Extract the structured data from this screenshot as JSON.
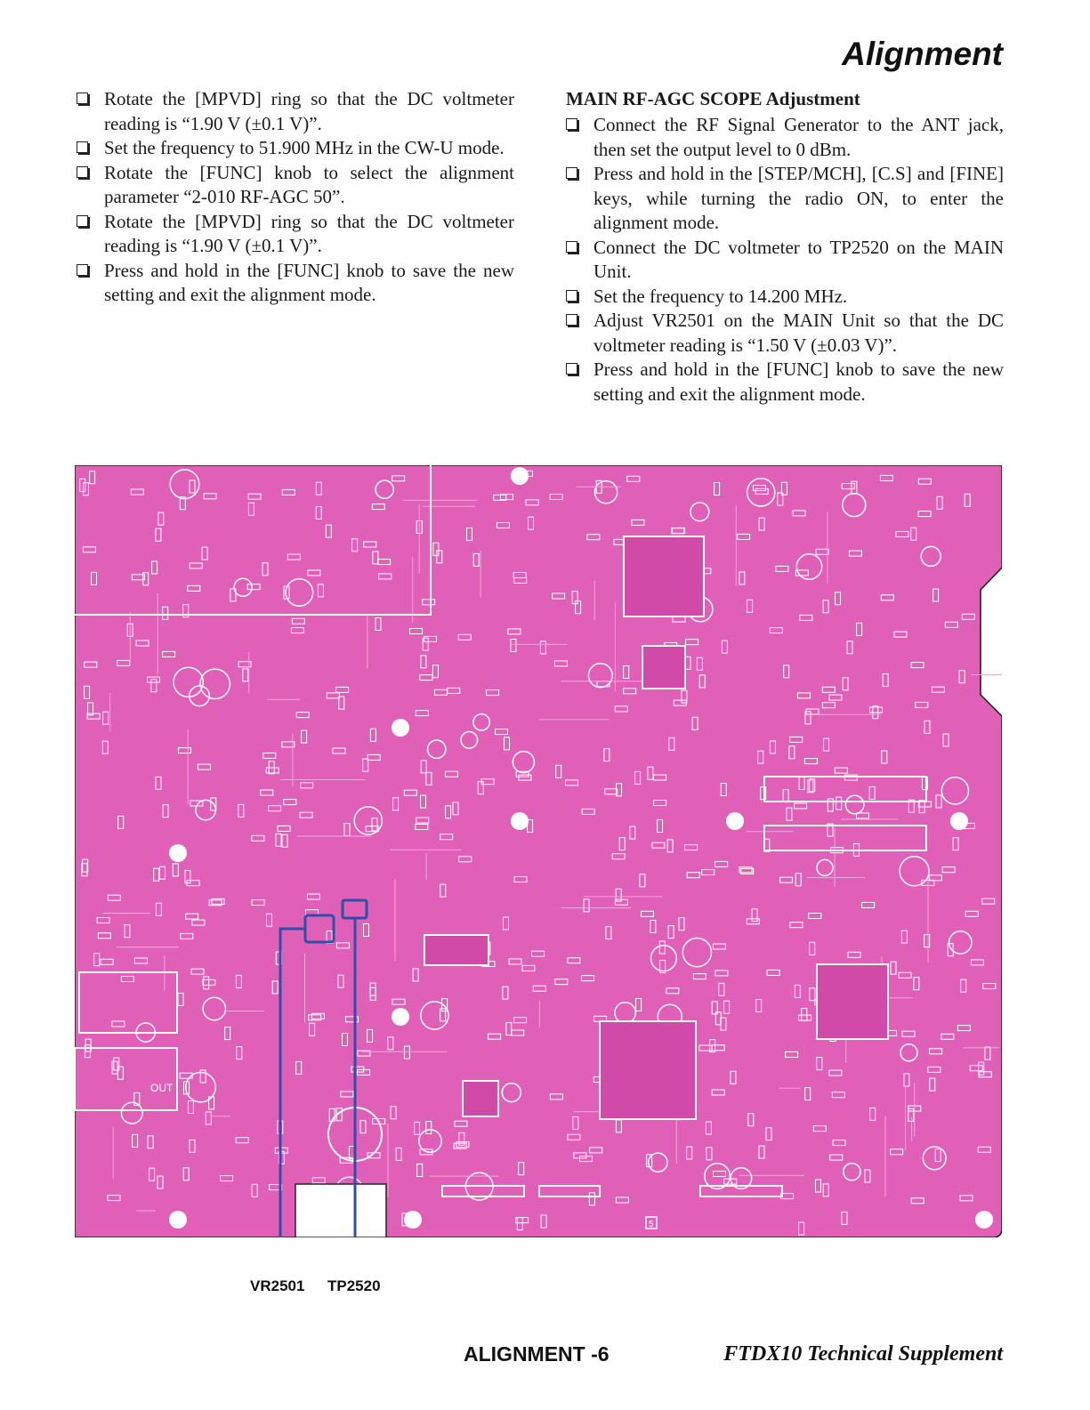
{
  "header": {
    "title": "Alignment"
  },
  "left_column": {
    "steps": [
      "Rotate the [MPVD] ring so that the DC voltmeter reading is “1.90 V (±0.1 V)”.",
      "Set the frequency to 51.900 MHz in the CW-U mode.",
      "Rotate the [FUNC] knob to select the alignment parameter “2-010 RF-AGC 50”.",
      "Rotate the [MPVD] ring so that the DC voltmeter reading is “1.90 V (±0.1 V)”.",
      "Press and hold in the [FUNC] knob to save the new setting and exit the alignment mode."
    ]
  },
  "right_column": {
    "heading": "MAIN RF-AGC SCOPE Adjustment",
    "steps": [
      "Connect the RF Signal Generator to the ANT jack, then set the output level to 0 dBm.",
      "Press and hold in the [STEP/MCH], [C.S] and [FINE] keys, while turning the radio ON, to enter the alignment mode.",
      "Connect the DC voltmeter to TP2520 on the MAIN Unit.",
      "Set the frequency to 14.200 MHz.",
      "Adjust VR2501 on the MAIN Unit so that the DC voltmeter reading is “1.50 V (±0.03 V)”.",
      "Press and hold in the [FUNC] knob to save the new setting and exit the alignment mode."
    ]
  },
  "figure": {
    "board_color": "#e060b8",
    "highlight_color": "#2e4fa8",
    "callouts": [
      "VR2501",
      "TP2520"
    ],
    "board_marks": {
      "out_label": "OUT",
      "section_marker": "5"
    }
  },
  "footer": {
    "section": "ALIGNMENT -6",
    "document": "FTDX10 Technical Supplement"
  }
}
